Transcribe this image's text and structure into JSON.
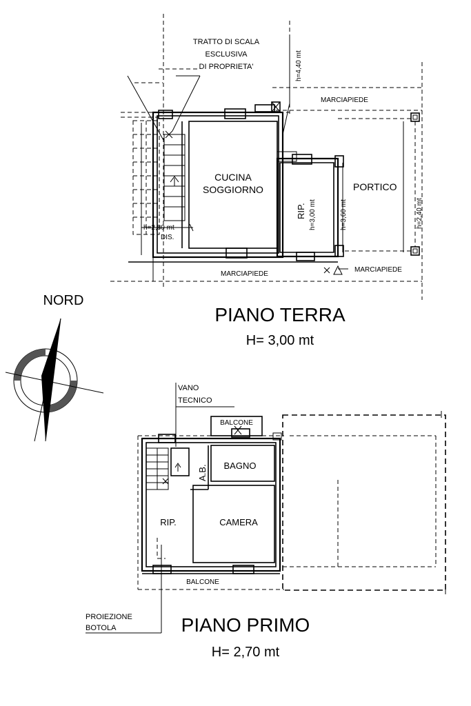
{
  "compass": {
    "label": "NORD"
  },
  "ground_floor": {
    "title": "PIANO TERRA",
    "height": "H= 3,00 mt",
    "notes": {
      "stair_note_line1": "TRATTO DI SCALA",
      "stair_note_line2": "ESCLUSIVA",
      "stair_note_line3": "DI PROPRIETA'",
      "h_440": "h=4,40 mt",
      "h_280": "h=2,80 mt",
      "h_300": "h=3,00 mt",
      "h_360": "h=3,60 mt",
      "h_240": "h=2,40 mt"
    },
    "rooms": {
      "kitchen_line1": "CUCINA",
      "kitchen_line2": "SOGGIORNO",
      "storage": "RIP.",
      "porch": "PORTICO",
      "hall": "DIS.",
      "sidewalk_top": "MARCIAPIEDE",
      "sidewalk_bottom": "MARCIAPIEDE",
      "sidewalk_right": "MARCIAPIEDE"
    }
  },
  "first_floor": {
    "title": "PIANO PRIMO",
    "height": "H= 2,70 mt",
    "rooms": {
      "tech_line1": "VANO",
      "tech_line2": "TECNICO",
      "balcony_top": "BALCONE",
      "bathroom": "BAGNO",
      "ab": "A.B.",
      "bedroom": "CAMERA",
      "storage": "RIP.",
      "balcony_bottom": "BALCONE",
      "hatch_line1": "PROIEZIONE",
      "hatch_line2": "BOTOLA"
    }
  }
}
